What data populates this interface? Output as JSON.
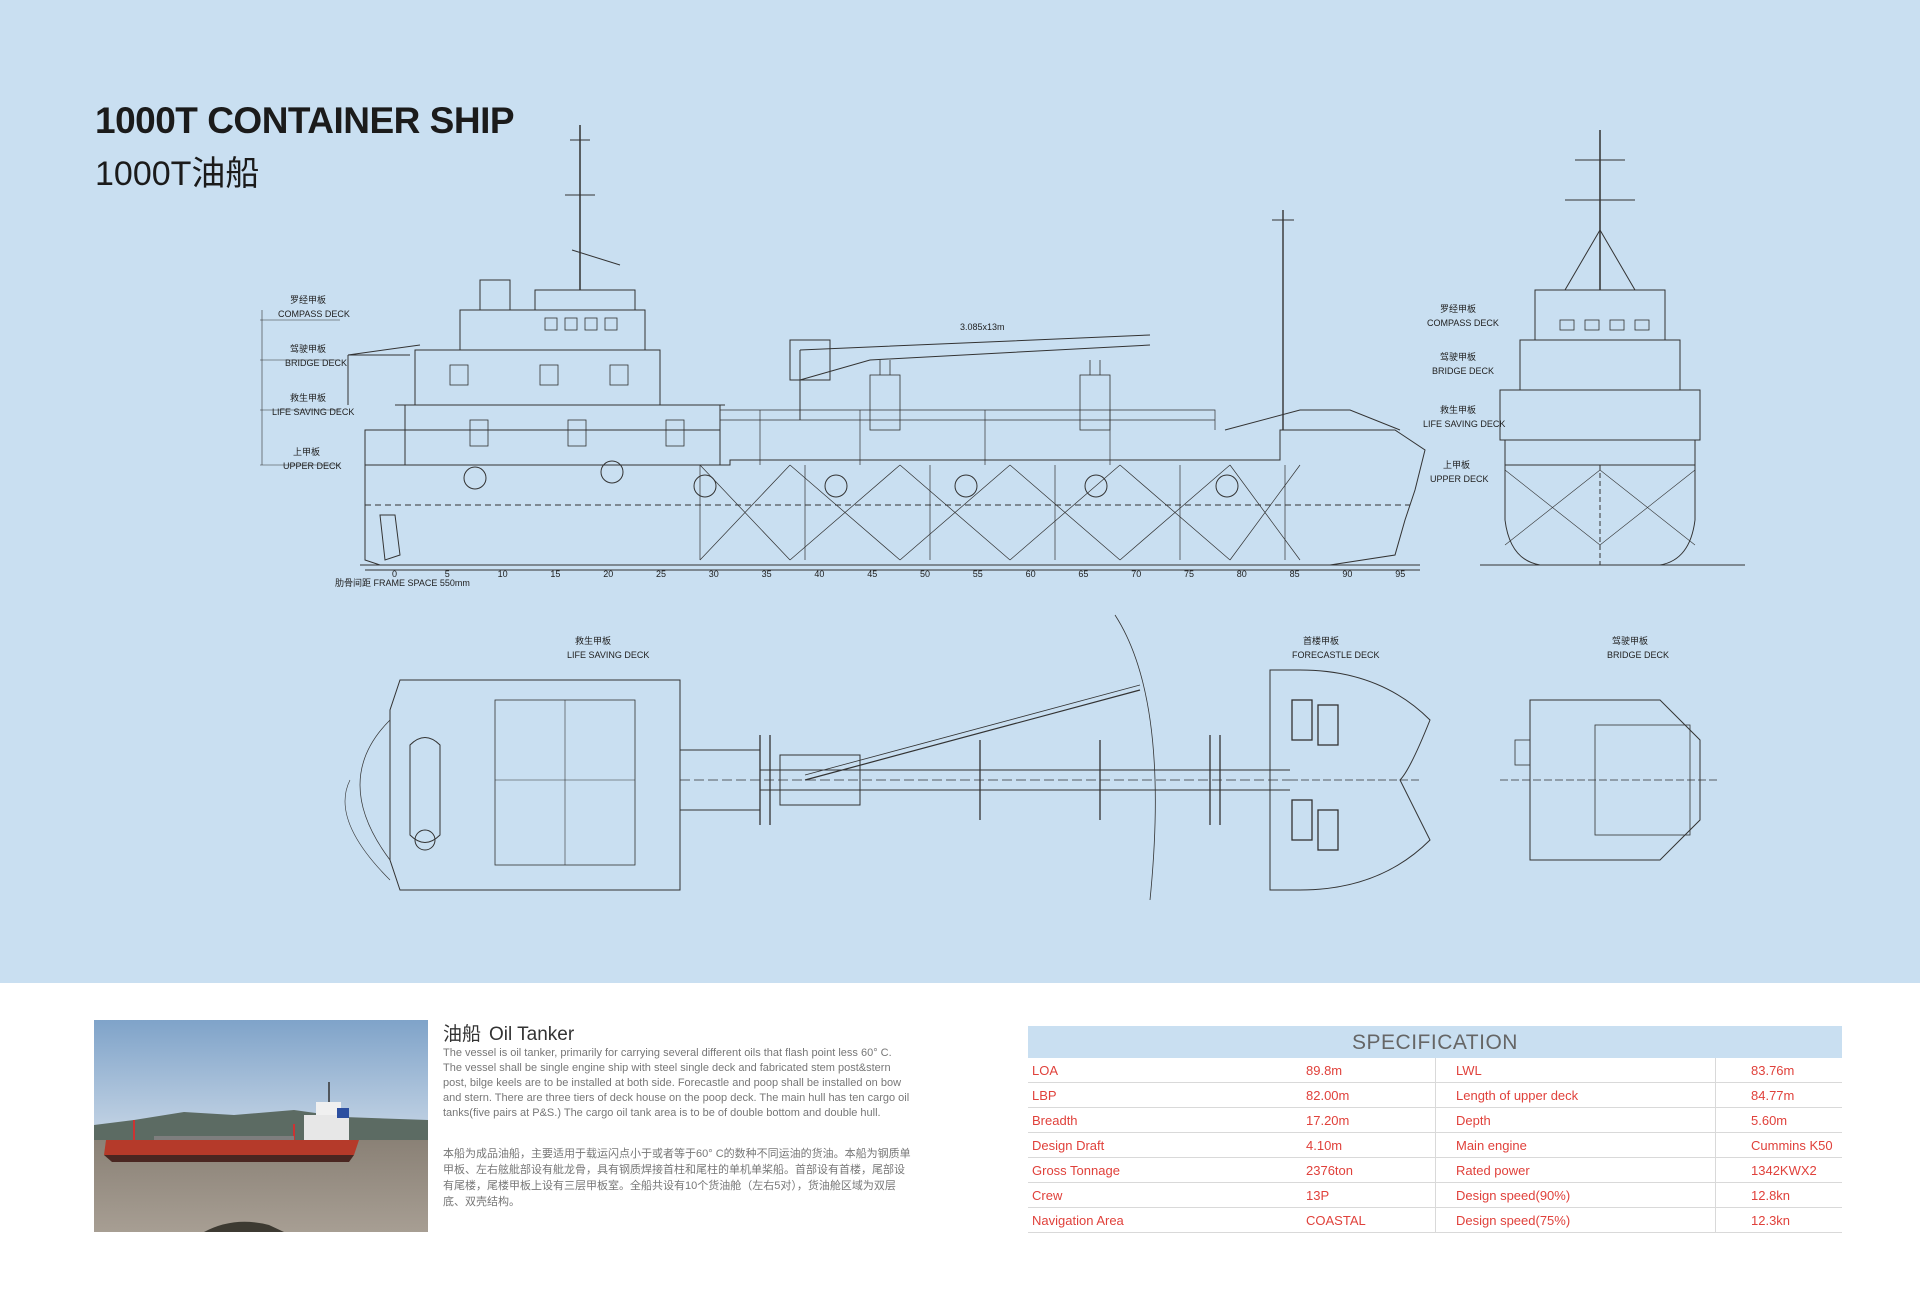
{
  "header": {
    "title_en": "1000T CONTAINER SHIP",
    "title_cn": "1000T油船"
  },
  "drawing": {
    "profile_deck_labels": [
      {
        "cn": "罗经甲板",
        "en": "COMPASS DECK"
      },
      {
        "cn": "驾驶甲板",
        "en": "BRIDGE DECK"
      },
      {
        "cn": "救生甲板",
        "en": "LIFE SAVING DECK"
      },
      {
        "cn": "上甲板",
        "en": "UPPER DECK"
      }
    ],
    "frame_spacing_label": "肋骨间距 FRAME SPACE 550mm",
    "frame_numbers": [
      "0",
      "5",
      "10",
      "15",
      "20",
      "25",
      "30",
      "35",
      "40",
      "45",
      "50",
      "55",
      "60",
      "65",
      "70",
      "75",
      "80",
      "85",
      "90",
      "95"
    ],
    "plan_labels": {
      "life_saving": {
        "cn": "救生甲板",
        "en": "LIFE SAVING DECK"
      },
      "forecastle": {
        "cn": "首楼甲板",
        "en": "FORECASTLE DECK"
      },
      "bridge": {
        "cn": "驾驶甲板",
        "en": "BRIDGE DECK"
      }
    },
    "crane_reach": "3.085x13m"
  },
  "description": {
    "heading_cn": "油船",
    "heading_en": "Oil Tanker",
    "text_en": "The vessel is oil tanker, primarily for carrying several different oils that flash point less 60° C. The vessel shall be single engine ship with steel single deck and fabricated stem post&stern post, bilge keels are to be installed at both side. Forecastle and poop shall be installed on bow and stern. There are three tiers of deck house on the poop deck. The main hull has ten cargo oil tanks(five pairs at P&S.) The cargo oil tank area is to be of double bottom and double hull.",
    "text_cn": "本船为成品油船，主要适用于载运闪点小于或者等于60° C的数种不同运油的货油。本船为钢质单甲板、左右舷舭部设有舭龙骨，具有钢质焊接首柱和尾柱的单机单桨船。首部设有首楼，尾部设有尾楼，尾楼甲板上设有三层甲板室。全船共设有10个货油舱（左右5对），货油舱区域为双层底、双壳结构。"
  },
  "specification": {
    "title": "SPECIFICATION",
    "rows": [
      {
        "label1": "LOA",
        "value1": "89.8m",
        "label2": "LWL",
        "value2": "83.76m"
      },
      {
        "label1": "LBP",
        "value1": "82.00m",
        "label2": "Length of upper deck",
        "value2": "84.77m"
      },
      {
        "label1": "Breadth",
        "value1": "17.20m",
        "label2": "Depth",
        "value2": "5.60m"
      },
      {
        "label1": "Design Draft",
        "value1": "4.10m",
        "label2": "Main engine",
        "value2": "Cummins K50"
      },
      {
        "label1": "Gross Tonnage",
        "value1": "2376ton",
        "label2": "Rated power",
        "value2": "1342KWX2"
      },
      {
        "label1": "Crew",
        "value1": "13P",
        "label2": "Design speed(90%)",
        "value2": "12.8kn"
      },
      {
        "label1": "Navigation Area",
        "value1": "COASTAL",
        "label2": "Design speed(75%)",
        "value2": "12.3kn"
      }
    ]
  },
  "colors": {
    "drawing_background": "#c9dff1",
    "spec_text": "#e0413b",
    "line": "#333333"
  }
}
